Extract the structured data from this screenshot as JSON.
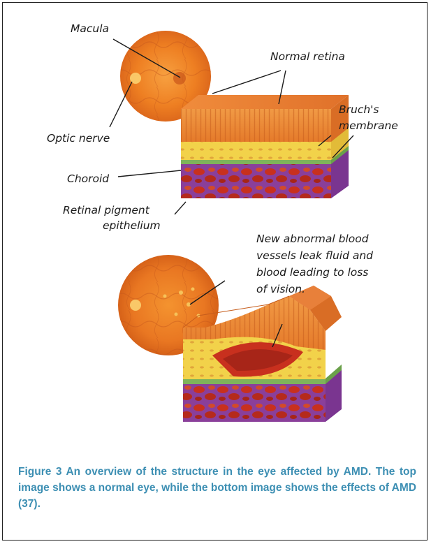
{
  "labels": {
    "macula": "Macula",
    "normal_retina": "Normal retina",
    "bruchs_line1": "Bruch's",
    "bruchs_line2": "membrane",
    "optic_nerve": "Optic nerve",
    "choroid": "Choroid",
    "rpe_line1": "Retinal pigment",
    "rpe_line2": "epithelium",
    "abnormal_line1": "New abnormal blood",
    "abnormal_line2": "vessels leak fluid and",
    "abnormal_line3": "blood leading to loss",
    "abnormal_line4": "of vision."
  },
  "caption": "Figure 3 An overview of the structure in the eye affected by AMD. The top image shows a normal eye, while the bottom image shows the effects of AMD (37).",
  "colors": {
    "caption": "#3d8fb3",
    "retina_orange": "#e8782a",
    "rpe_yellow": "#f2d24a",
    "choroid_red": "#c2321f",
    "choroid_purple": "#7a3a9a"
  }
}
